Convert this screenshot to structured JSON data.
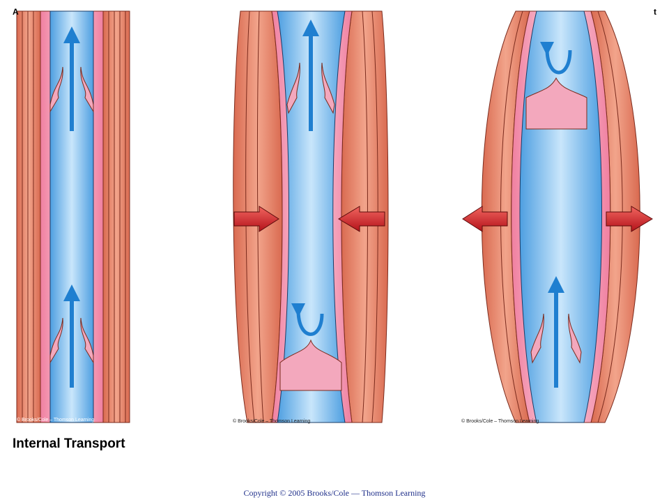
{
  "corner_text": {
    "left": "A",
    "right": "t"
  },
  "panels": [
    {
      "state": "muscles-relaxed",
      "credit": "© Brooks/Cole – Thomson Learning"
    },
    {
      "state": "muscles-contracted",
      "credit": "© Brooks/Cole – Thomson Learning"
    },
    {
      "state": "muscles-relaxing",
      "credit": "© Brooks/Cole – Thomson Learning"
    }
  ],
  "caption": "Internal Transport",
  "copyright": "Copyright © 2005 Brooks/Cole — Thomson Learning",
  "colors": {
    "muscle": "#e9866a",
    "muscle_dark": "#c9573f",
    "vessel_wall": "#f3a8bd",
    "blood": "#8fc6ef",
    "blood_dark": "#4a9ee0",
    "flow_arrow": "#1f7fd0",
    "pressure_arrow": "#d51f26"
  }
}
